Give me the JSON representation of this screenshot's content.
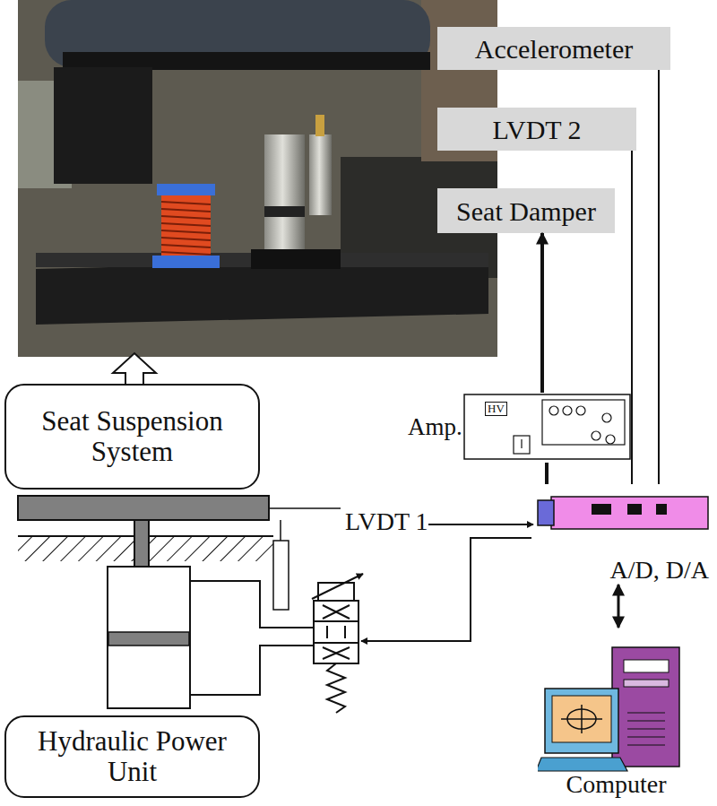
{
  "diagram": {
    "nodes": [
      {
        "text": [
          "Accelerometer"
        ]
      },
      {
        "text": [
          "LVDT 2"
        ]
      },
      {
        "text": [
          "Seat Damper"
        ]
      },
      {
        "text": [
          "Amp.",
          "HV"
        ]
      },
      {
        "text": [
          "Seat Suspension System"
        ]
      },
      {
        "text": [
          "A/D, D/A"
        ]
      },
      {
        "text": [
          "Hydraulic Power Unit"
        ]
      },
      {
        "text": [
          "Computer"
        ]
      }
    ],
    "edges": [
      {
        "from": 0,
        "to": 5,
        "arrow": "none"
      },
      {
        "from": 1,
        "to": 5,
        "arrow": "none"
      },
      {
        "from": 3,
        "to": 2,
        "arrow": "to"
      },
      {
        "from": 5,
        "to": 3,
        "arrow": "none"
      },
      {
        "from": 5,
        "to": 7,
        "arrow": "both"
      }
    ],
    "labels": [
      "LVDT 1"
    ]
  }
}
